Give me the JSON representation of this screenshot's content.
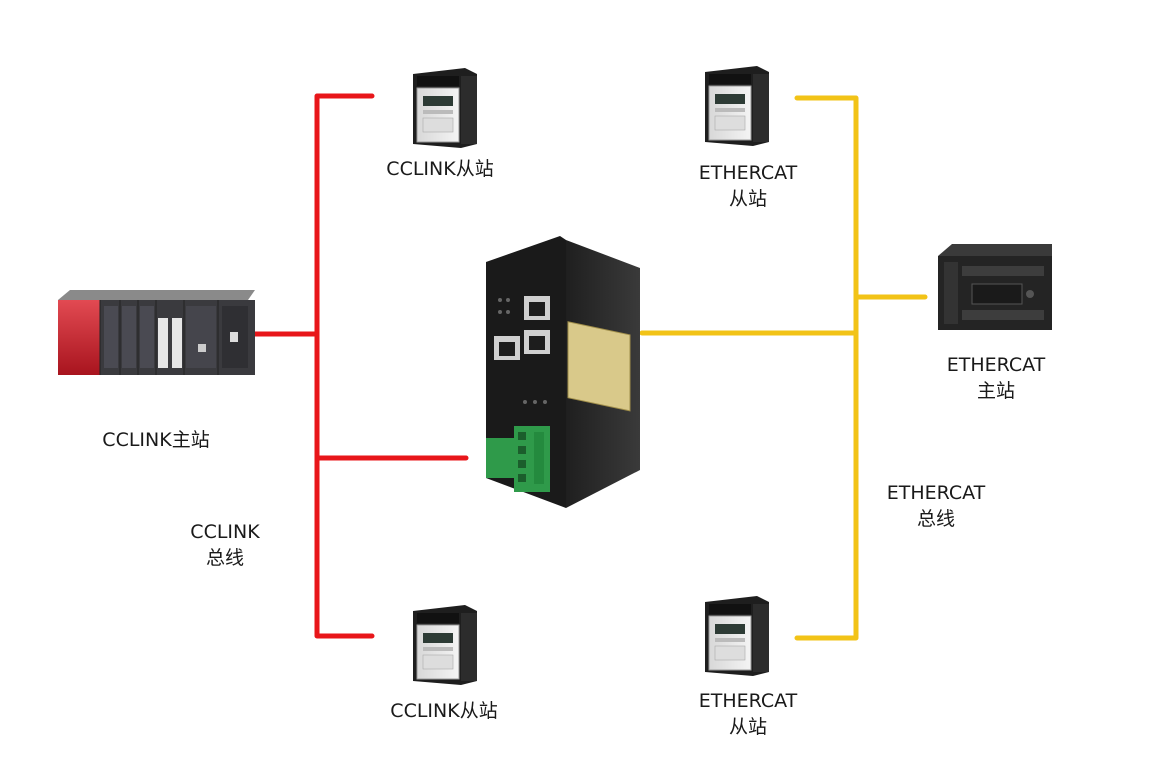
{
  "colors": {
    "cclink_bus": "#e8161a",
    "ethercat_bus": "#f2c317",
    "device_dark": "#2b2b2b",
    "background": "#ffffff"
  },
  "labels": {
    "cclink_master": "CCLINK主站",
    "cclink_slave_top": "CCLINK从站",
    "cclink_slave_bottom": "CCLINK从站",
    "cclink_bus_line1": "CCLINK",
    "cclink_bus_line2": "总线",
    "ethercat_slave_top_line1": "ETHERCAT",
    "ethercat_slave_top_line2": "从站",
    "ethercat_slave_bottom_line1": "ETHERCAT",
    "ethercat_slave_bottom_line2": "从站",
    "ethercat_master_line1": "ETHERCAT",
    "ethercat_master_line2": "主站",
    "ethercat_bus_line1": "ETHERCAT",
    "ethercat_bus_line2": "总线"
  },
  "icons": {
    "cclink_master": "plc-rack-icon",
    "gateway": "protocol-gateway-icon",
    "servo_drive": "servo-drive-icon",
    "ethercat_master": "plc-controller-icon"
  }
}
